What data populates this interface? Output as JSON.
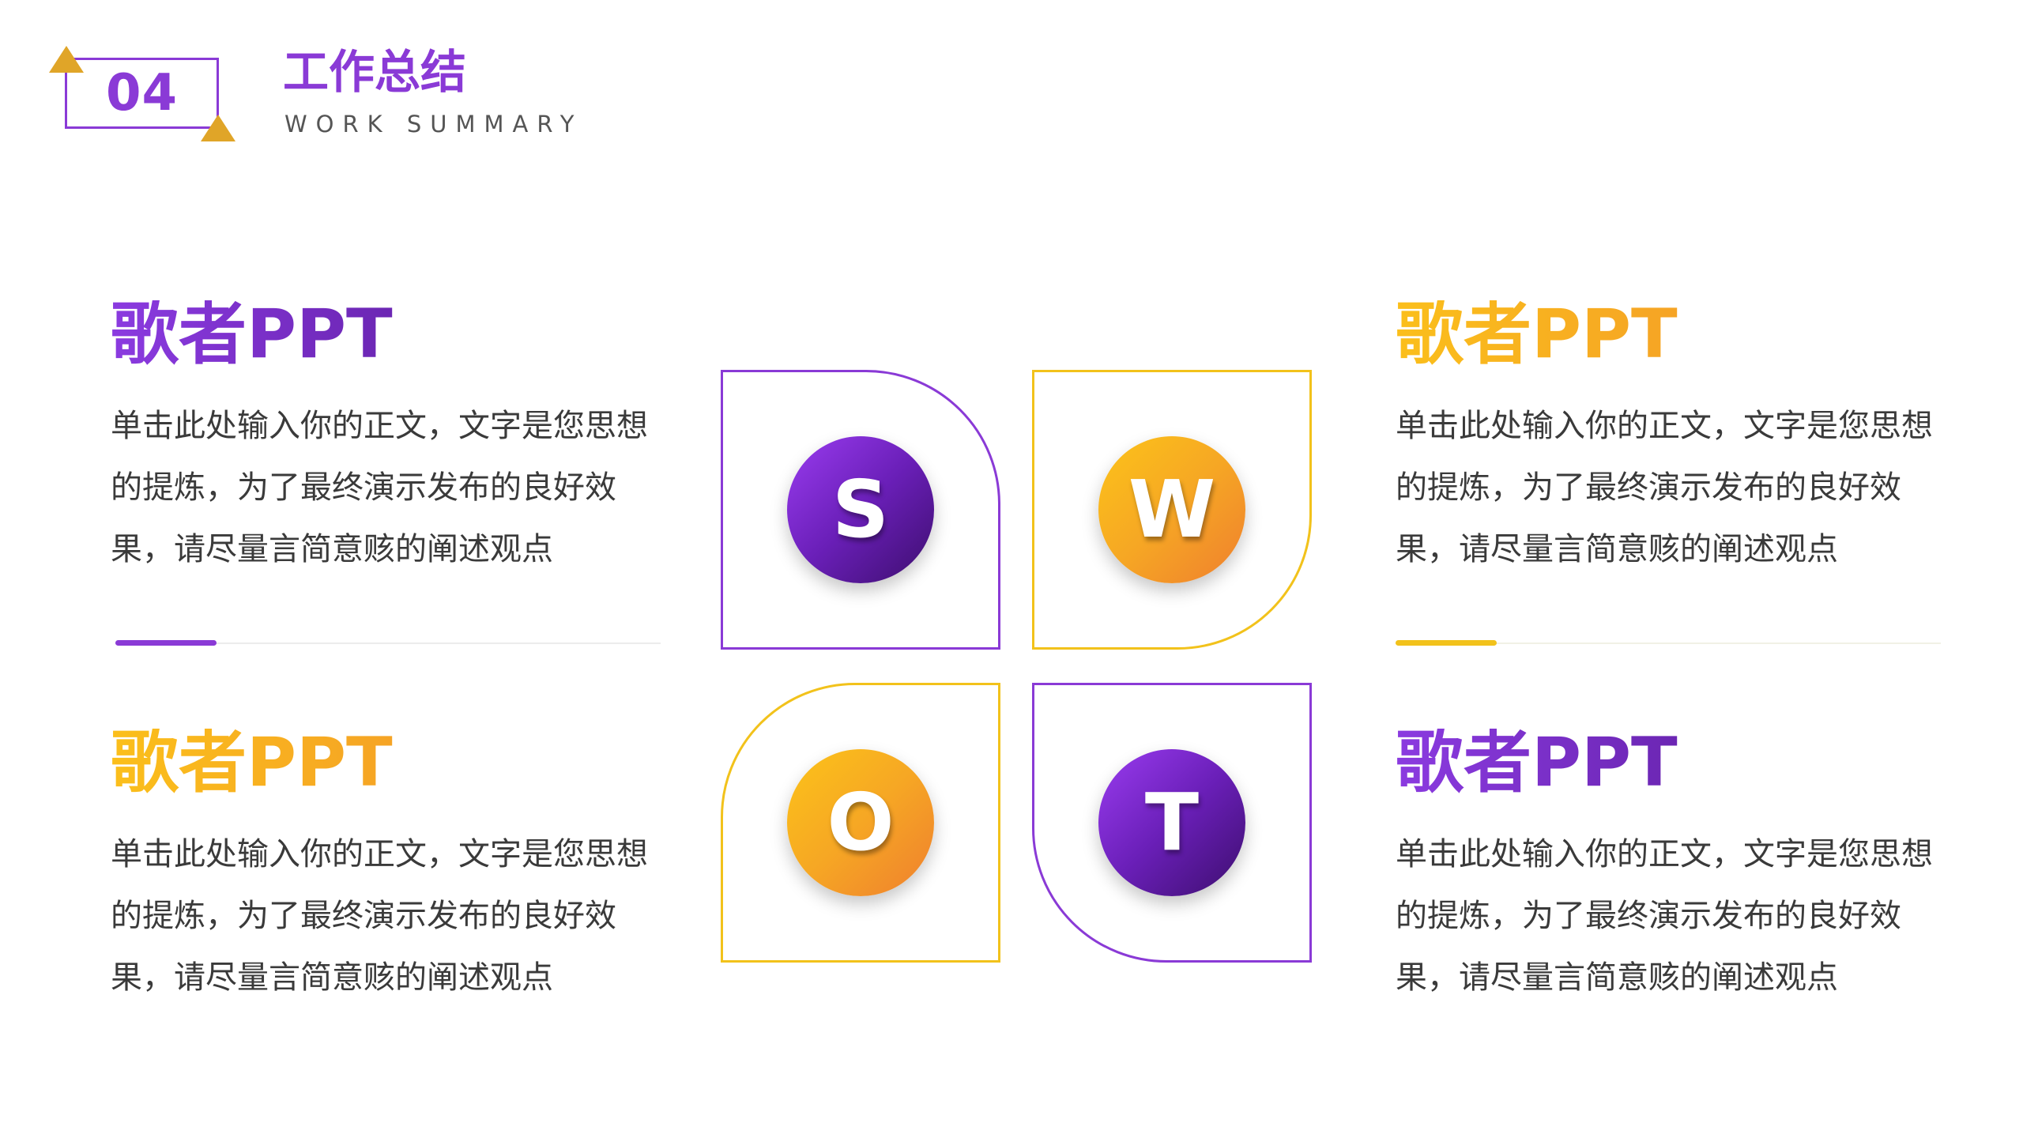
{
  "header": {
    "number": "04",
    "title": "工作总结",
    "subtitle": "WORK SUMMARY"
  },
  "blocks": [
    {
      "title": "歌者PPT",
      "body": "单击此处输入你的正文，文字是您思想的提炼，为了最终演示发布的良好效果，请尽量言简意赅的阐述观点"
    },
    {
      "title": "歌者PPT",
      "body": "单击此处输入你的正文，文字是您思想的提炼，为了最终演示发布的良好效果，请尽量言简意赅的阐述观点"
    },
    {
      "title": "歌者PPT",
      "body": "单击此处输入你的正文，文字是您思想的提炼，为了最终演示发布的良好效果，请尽量言简意赅的阐述观点"
    },
    {
      "title": "歌者PPT",
      "body": "单击此处输入你的正文，文字是您思想的提炼，为了最终演示发布的良好效果，请尽量言简意赅的阐述观点"
    }
  ],
  "swot": {
    "s": "S",
    "w": "W",
    "o": "O",
    "t": "T"
  },
  "colors": {
    "purple": "#8a3ad6",
    "purple_dark": "#4d1288",
    "orange": "#f08a2f",
    "yellow": "#f2c21b",
    "gold_triangle": "#e0a528",
    "body_text": "#3a3a3a"
  }
}
